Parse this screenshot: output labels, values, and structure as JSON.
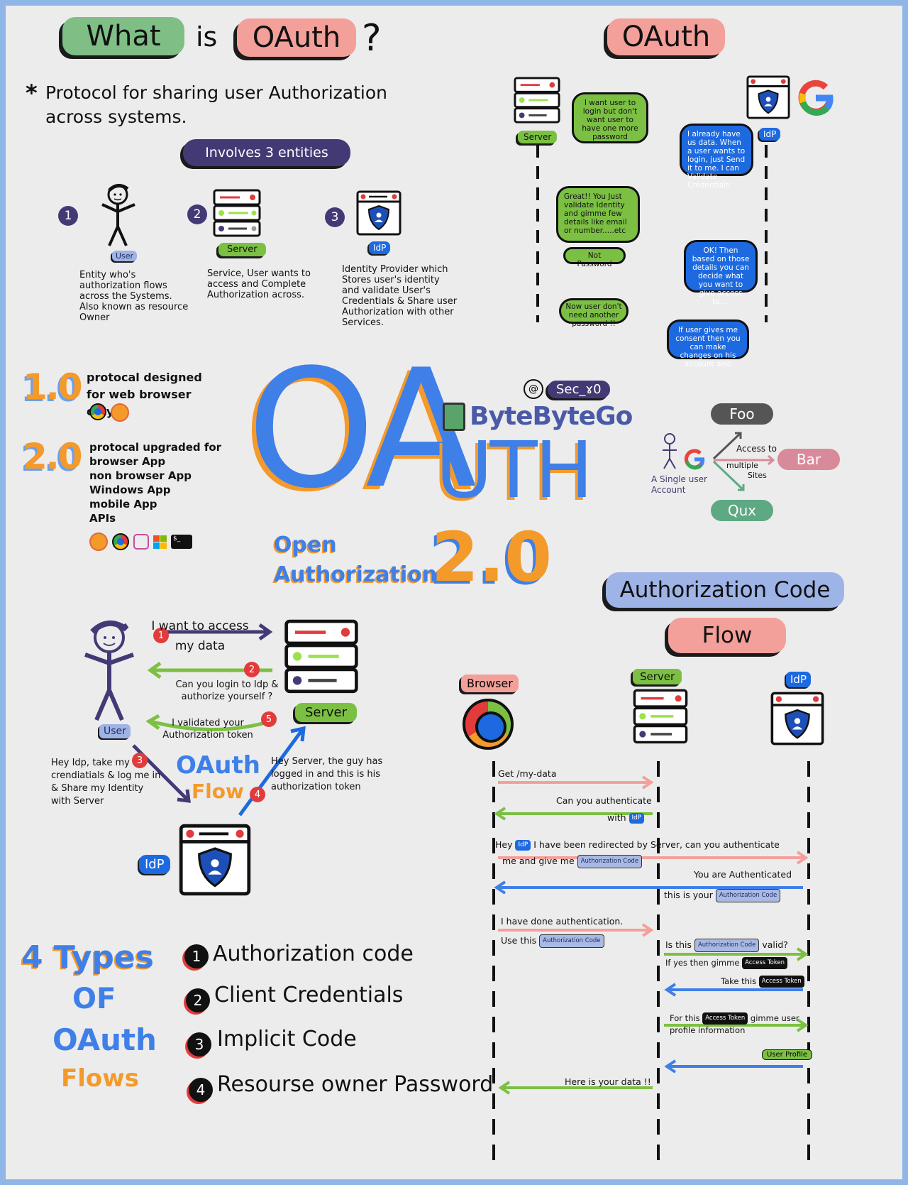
{
  "title": {
    "what": "What",
    "is": "is",
    "oauth": "OAuth",
    "q": "?"
  },
  "definition": "Protocol for sharing user Authorization across systems.",
  "entities": {
    "header": "Involves 3 entities",
    "items": [
      {
        "num": "1",
        "tag": "User",
        "desc": "Entity who's authorization flows across the Systems. Also known as resource Owner"
      },
      {
        "num": "2",
        "tag": "Server",
        "desc": "Service, User wants to access and Complete Authorization across."
      },
      {
        "num": "3",
        "tag": "IdP",
        "desc": "Identity Provider which Stores user's identity and validate User's Credentials & Share user Authorization with other Services."
      }
    ]
  },
  "oauth_panel": {
    "title": "OAuth",
    "server_tag": "Server",
    "idp_tag": "IdP",
    "bubble1": "I want user to login but don't want user to have one more password",
    "bubble2": "I already have us data. When a user wants to login, just Send it to me. I can Validate Credentials",
    "bubble3": "Great!! You Just validate Identity and gimme few details like email or number.....etc",
    "bubble4": "Not Password",
    "bubble5": "OK! Then based on those details you can decide what you want to give access to....",
    "bubble6": "Now user don't need another password !!",
    "bubble7": "If user gives me consent then you can make changes on his account also"
  },
  "versions": {
    "v1": {
      "label": "1.0",
      "desc": "protocal designed for web browser only"
    },
    "v2": {
      "label": "2.0",
      "desc_lines": [
        "protocal upgraded for",
        "browser App",
        "non browser App",
        "Windows App",
        "mobile App",
        "APIs"
      ]
    }
  },
  "logo": {
    "big1": "OA",
    "big2": "UTH",
    "handle": "Sec_ɤ0",
    "at": "@",
    "brand": "ByteByteGo",
    "open": "Open",
    "authorization": "Authorization",
    "version": "2.0"
  },
  "sso": {
    "foo": "Foo",
    "bar": "Bar",
    "qux": "Qux",
    "access": "Access to",
    "multiple": "multiple",
    "sites": "Sites",
    "account": "A Single user Account"
  },
  "flow": {
    "step1": "I want to access my data",
    "step2": "Can you login to Idp & authorize yourself ?",
    "step3": "Hey Idp, take my crendiatials & log me in & Share my Identity with Server",
    "step4": "Hey Server, the guy has logged in and this is his authorization token",
    "step5": "I validated your Authorization token",
    "center1": "OAuth",
    "center2": "Flow",
    "user_tag": "User",
    "server_tag": "Server",
    "idp_tag": "IdP",
    "nums": [
      "1",
      "2",
      "3",
      "4",
      "5"
    ]
  },
  "types": {
    "title_lines": [
      "4 Types",
      "OF",
      "OAuth",
      "Flows"
    ],
    "items": [
      {
        "num": "1",
        "label": "Authorization code"
      },
      {
        "num": "2",
        "label": "Client Credentials"
      },
      {
        "num": "3",
        "label": "Implicit Code"
      },
      {
        "num": "4",
        "label": "Resourse owner Password"
      }
    ]
  },
  "auth_code": {
    "title1": "Authorization Code",
    "title2": "Flow",
    "browser_tag": "Browser",
    "server_tag": "Server",
    "idp_tag": "IdP",
    "m1": "Get /my-data",
    "m2a": "Can you authenticate",
    "m2b": "with",
    "m3a": "Hey",
    "m3b": "I have been redirected by Server, can you authenticate",
    "m3c": "me and give me",
    "m4a": "You are Authenticated",
    "m4b": "this is your",
    "m5a": "I have done authentication.",
    "m5b": "Use this",
    "m6a": "Is this",
    "m6b": "valid?",
    "m6c": "If yes then gimme",
    "m7": "Take this",
    "m8a": "For this",
    "m8b": "gimme user",
    "m8c": "profile information",
    "m9": "User Profile",
    "m10": "Here is your data !!",
    "chip_auth": "Authorization Code",
    "chip_token": "Access Token",
    "chip_idp": "IdP"
  },
  "colors": {
    "green": "#7cc043",
    "pink": "#f0a0a0",
    "navy": "#433a75",
    "blue": "#1d6ae0",
    "orange": "#f39a2b",
    "lightblue": "#9eb3e6"
  }
}
